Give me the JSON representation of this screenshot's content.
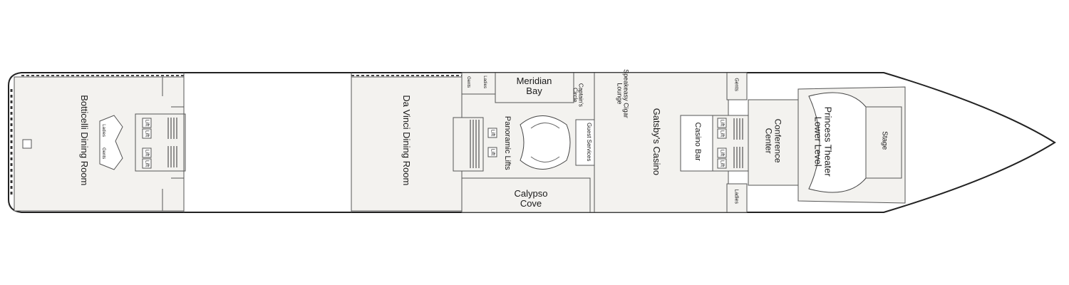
{
  "deck": {
    "rooms": {
      "botticelli": "Botticelli Dining Room",
      "davinci": "Da Vinci Dining Room",
      "meridian": "Meridian Bay",
      "calypso": "Calypso Cove",
      "panoramic": "Panoramic Lifts",
      "guest": "Guest Services",
      "captains": "Captain's Circle",
      "speakeasy": "Speakeasy Cigar Lounge",
      "gatsby": "Gatsby's Casino",
      "casino_bar": "Casino Bar",
      "conference": "Conference Center",
      "theater": "Princess Theater Lower Level",
      "stage": "Stage"
    },
    "restrooms": {
      "ladies": "Ladies",
      "gents": "Gents"
    },
    "lift_label": "Lift",
    "colors": {
      "hull_outline": "#222222",
      "room_fill": "#f3f2ef",
      "wall": "#555555",
      "background": "#ffffff"
    }
  }
}
